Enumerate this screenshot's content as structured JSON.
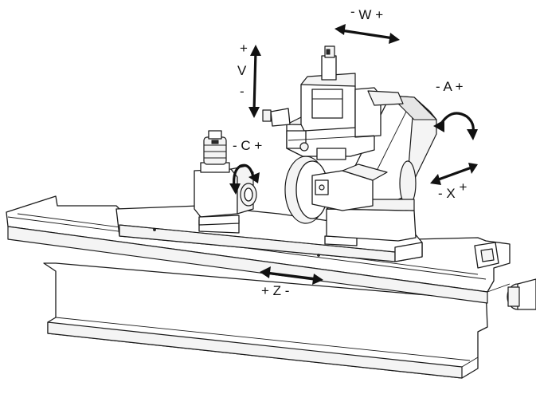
{
  "axes": {
    "w": {
      "minus": "-",
      "name": "W",
      "plus": "+"
    },
    "v": {
      "plus": "+",
      "name": "V",
      "minus": "-"
    },
    "a": {
      "minus": "-",
      "name": "A",
      "plus": "+"
    },
    "c": {
      "minus": "-",
      "name": "C",
      "plus": "+"
    },
    "x": {
      "minus": "-",
      "name": "X",
      "plus": "+"
    },
    "z": {
      "plus": "+",
      "name": "Z",
      "minus": "-"
    }
  }
}
